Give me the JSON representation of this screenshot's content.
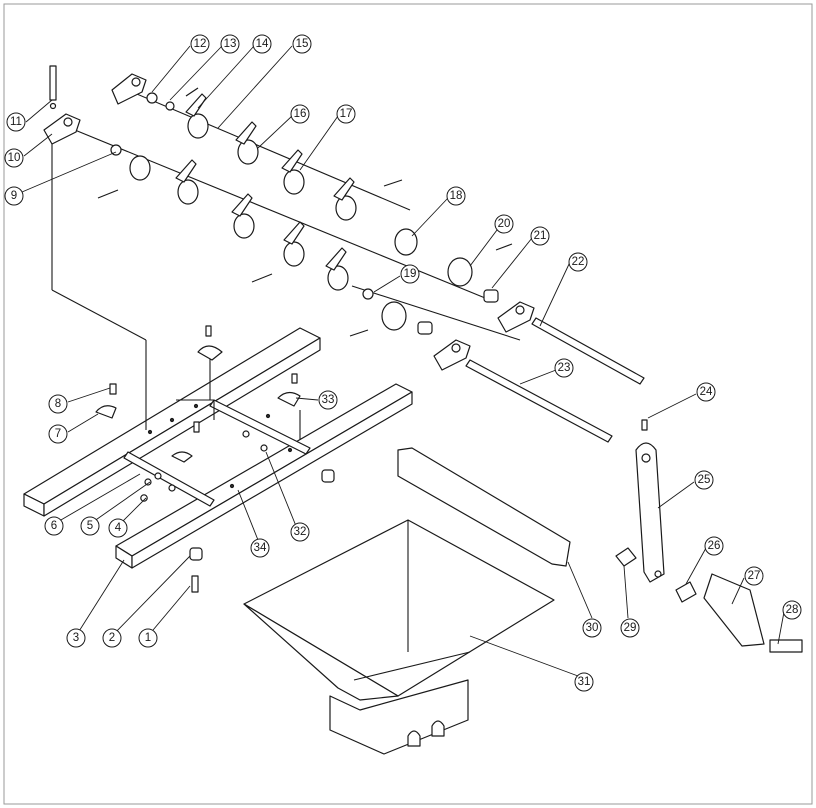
{
  "callouts": [
    "1",
    "2",
    "3",
    "4",
    "5",
    "6",
    "7",
    "8",
    "9",
    "10",
    "11",
    "12",
    "13",
    "14",
    "15",
    "16",
    "17",
    "18",
    "19",
    "20",
    "21",
    "22",
    "23",
    "24",
    "25",
    "26",
    "27",
    "28",
    "29",
    "30",
    "31",
    "32",
    "33",
    "34"
  ]
}
